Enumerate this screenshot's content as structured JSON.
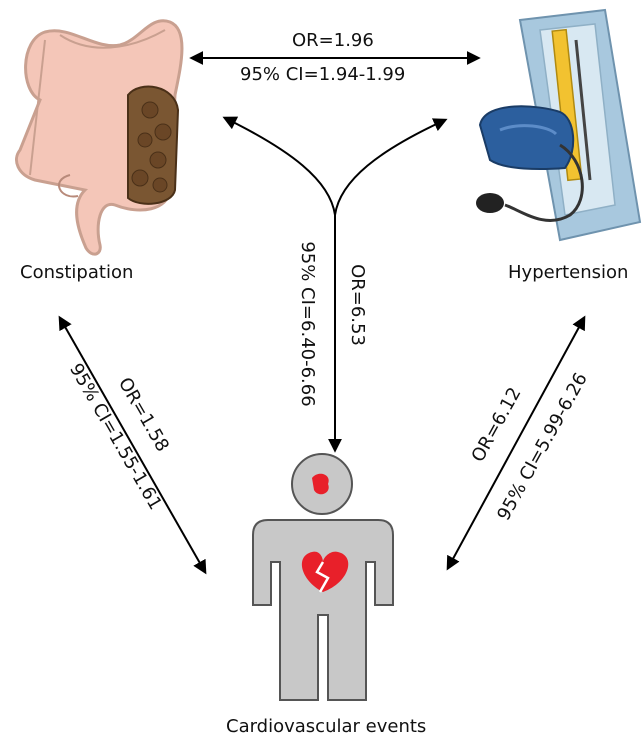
{
  "nodes": {
    "constipation": "Constipation",
    "hypertension": "Hypertension",
    "cardiovascular": "Cardiovascular events"
  },
  "edges": {
    "constipation_hypertension": {
      "or": "OR=1.96",
      "ci": "95% CI=1.94-1.99"
    },
    "hypertension_cardiovascular": {
      "or": "OR=6.53",
      "ci": "95% CI=6.40-6.66"
    },
    "constipation_cardiovascular": {
      "or": "OR=1.58",
      "ci": "95% CI=1.55-1.61"
    },
    "hypertension_cardiovascular_direct": {
      "or": "OR=6.12",
      "ci": "95% CI=5.99-6.26"
    }
  },
  "colors": {
    "intestine": "#f4c6b8",
    "intestine_outline": "#c9a090",
    "stool": "#7a5632",
    "cuff": "#2c5f9e",
    "tube": "#f2c230",
    "figure": "#c8c8c8",
    "heart": "#e8202a"
  }
}
